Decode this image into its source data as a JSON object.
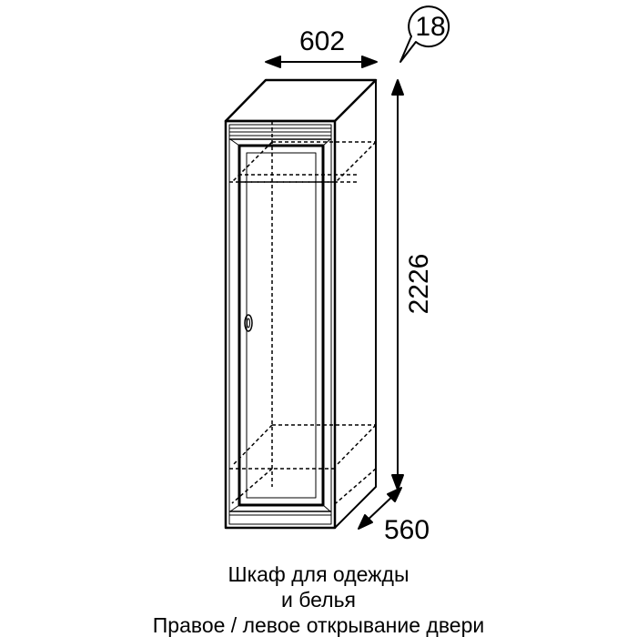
{
  "item_number": "18",
  "dimensions": {
    "width": "602",
    "height": "2226",
    "depth": "560"
  },
  "caption": {
    "line1": "Шкаф для одежды",
    "line2": "и белья",
    "line3": "Правое / левое открывание двери"
  },
  "colors": {
    "line": "#000000",
    "background": "#ffffff"
  }
}
